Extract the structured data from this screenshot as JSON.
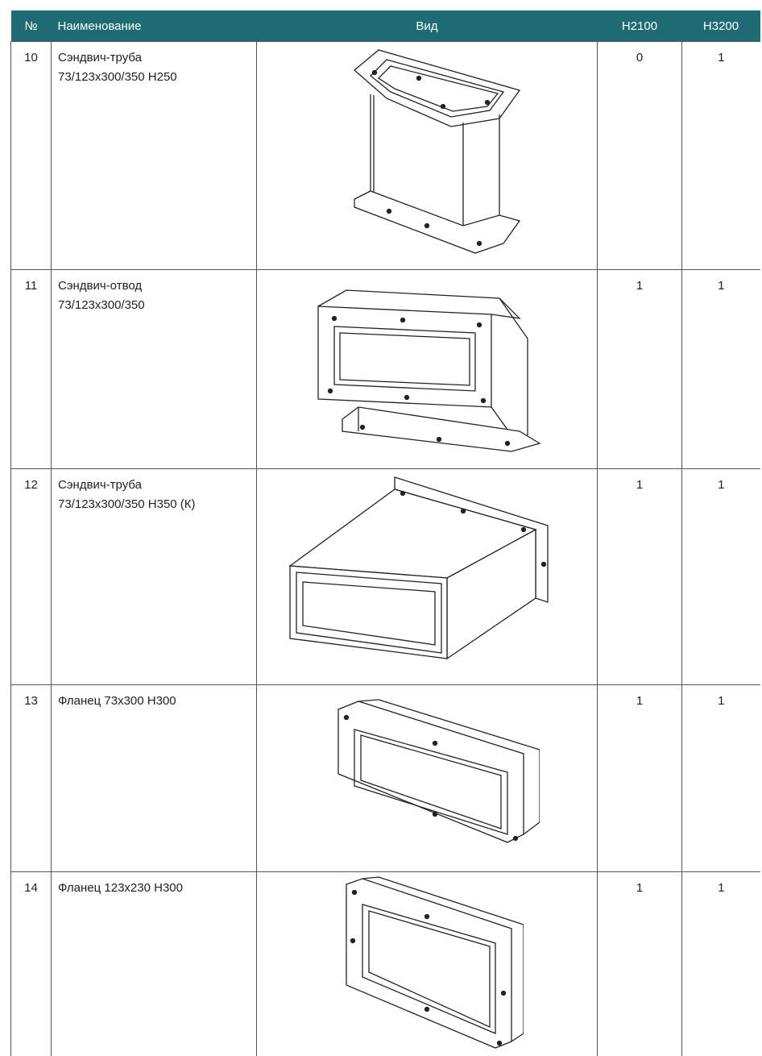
{
  "header": {
    "num": "№",
    "name": "Наименование",
    "view": "Вид",
    "h2100": "H2100",
    "h3200": "H3200"
  },
  "rows": [
    {
      "num": "10",
      "name_line1": "Сэндвич-труба",
      "name_line2": "73/123x300/350 H250",
      "h2100": "0",
      "h3200": "1",
      "icon": "sandwich-pipe-vertical-icon"
    },
    {
      "num": "11",
      "name_line1": "Сэндвич-отвод",
      "name_line2": "73/123x300/350",
      "h2100": "1",
      "h3200": "1",
      "icon": "sandwich-elbow-icon"
    },
    {
      "num": "12",
      "name_line1": "Сэндвич-труба",
      "name_line2": "73/123x300/350 H350 (К)",
      "h2100": "1",
      "h3200": "1",
      "icon": "sandwich-pipe-horizontal-icon"
    },
    {
      "num": "13",
      "name_line1": "Фланец 73x300 H300",
      "name_line2": "",
      "h2100": "1",
      "h3200": "1",
      "icon": "flange-wide-icon"
    },
    {
      "num": "14",
      "name_line1": "Фланец 123x230 H300",
      "name_line2": "",
      "h2100": "1",
      "h3200": "1",
      "icon": "flange-square-icon"
    }
  ]
}
